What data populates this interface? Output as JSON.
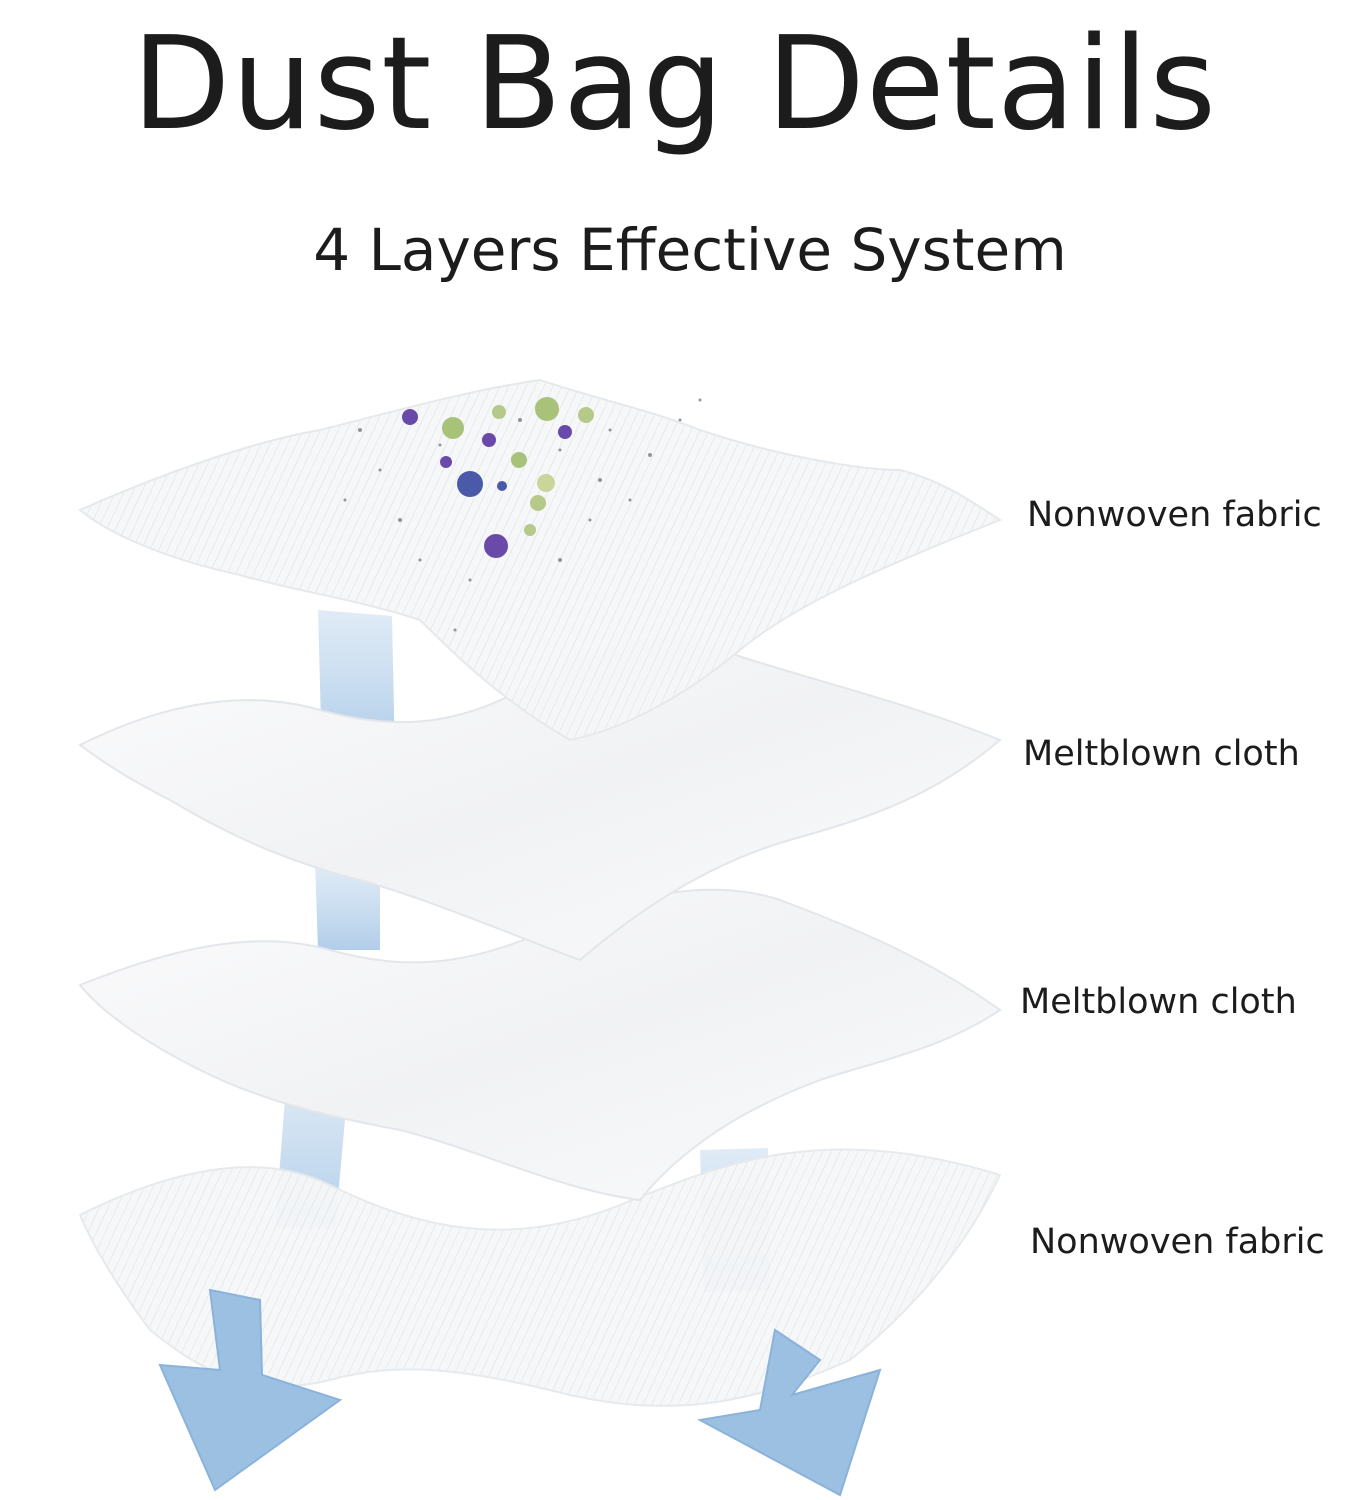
{
  "header": {
    "title": "Dust Bag Details",
    "subtitle": "4 Layers Effective System"
  },
  "layers": [
    {
      "label": "Nonwoven fabric"
    },
    {
      "label": "Meltblown cloth"
    },
    {
      "label": "Meltblown cloth"
    },
    {
      "label": "Nonwoven fabric"
    }
  ],
  "colors": {
    "airflow": "#9cc0e2",
    "airflow_dark": "#7fabd8",
    "sheet": "#f7f8f9",
    "sheet_edge": "#e3e6ea",
    "text": "#1c1c1c"
  },
  "icons": {
    "particles": "dust-particles-icon",
    "arrows": "airflow-arrow-icon"
  }
}
